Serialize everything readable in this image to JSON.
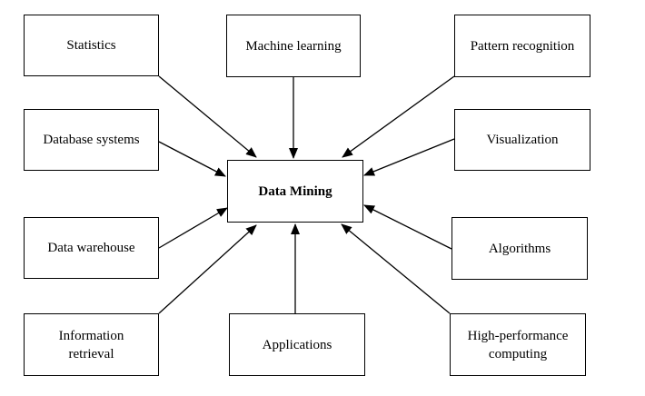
{
  "center": {
    "label": "Data Mining"
  },
  "nodes": {
    "statistics": "Statistics",
    "machine_learning": "Machine learning",
    "pattern_recognition": "Pattern recognition",
    "database_systems": "Database systems",
    "visualization": "Visualization",
    "data_warehouse": "Data warehouse",
    "algorithms": "Algorithms",
    "information_retrieval": "Information\nretrieval",
    "applications": "Applications",
    "high_performance_computing": "High-performance\ncomputing"
  },
  "colors": {
    "stroke": "#000000",
    "background": "#ffffff"
  }
}
